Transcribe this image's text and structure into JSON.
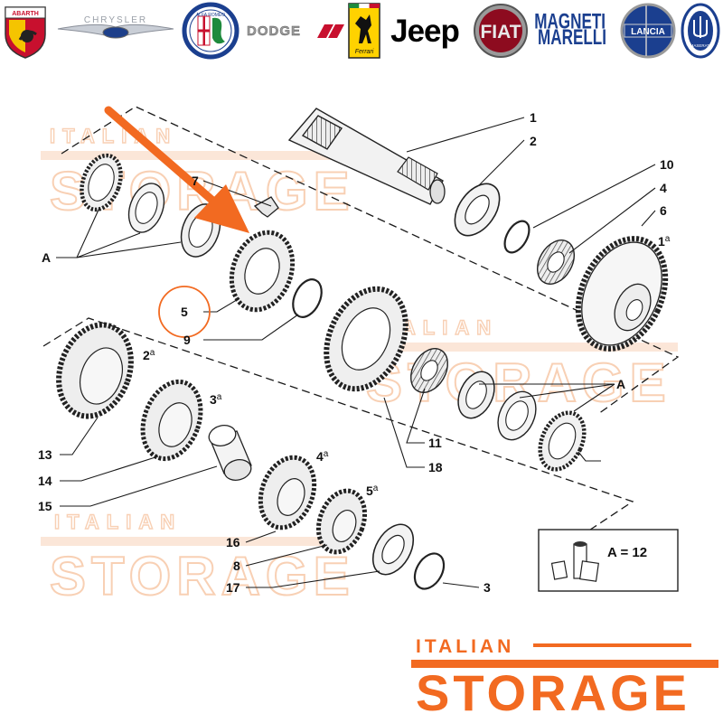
{
  "colors": {
    "accent": "#f26a21",
    "line": "#1a1a1a",
    "watermark": "#f7c8a8",
    "part_fill": "#eeeeee",
    "part_stroke": "#222222"
  },
  "brands": [
    {
      "id": "abarth",
      "label": "ABARTH"
    },
    {
      "id": "chrysler",
      "label": "CHRYSLER"
    },
    {
      "id": "alfa-romeo",
      "label": "ALFA ROMEO"
    },
    {
      "id": "dodge",
      "label": "DODGE"
    },
    {
      "id": "ferrari",
      "label": "Ferrari"
    },
    {
      "id": "jeep",
      "label": "Jeep"
    },
    {
      "id": "fiat",
      "label": "FIAT"
    },
    {
      "id": "magneti-marelli",
      "label": "MAGNETI MARELLI"
    },
    {
      "id": "lancia",
      "label": "LANCIA"
    },
    {
      "id": "maserati",
      "label": "MASERATI"
    }
  ],
  "callouts": {
    "c1": "1",
    "c2": "2",
    "c10": "10",
    "c4": "4",
    "c6": "6",
    "c7": "7",
    "cA_left": "A",
    "c5": "5",
    "c9": "9",
    "c13": "13",
    "c14": "14",
    "c15": "15",
    "c16": "16",
    "c8": "8",
    "c17": "17",
    "c3": "3",
    "c11": "11",
    "c18": "18",
    "cA_right": "A"
  },
  "gear_labels": {
    "g1": {
      "num": "1",
      "sup": "a"
    },
    "g2": {
      "num": "2",
      "sup": "a"
    },
    "g3": {
      "num": "3",
      "sup": "a"
    },
    "g4": {
      "num": "4",
      "sup": "a"
    },
    "g5": {
      "num": "5",
      "sup": "a"
    }
  },
  "kit": {
    "label": "A = 12"
  },
  "watermark": {
    "line1": "ITALIAN",
    "line2": "STORAGE"
  },
  "logo": {
    "line1": "ITALIAN",
    "line2": "STORAGE"
  }
}
